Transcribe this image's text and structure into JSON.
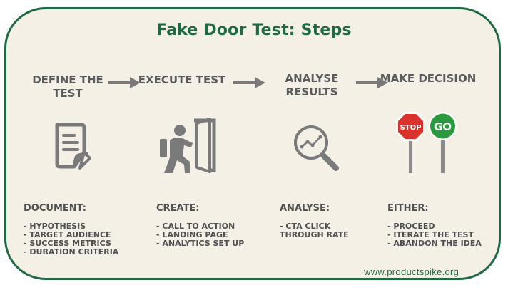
{
  "title": "Fake Door Test: Steps",
  "steps": [
    {
      "title": "DEFINE THE TEST",
      "icon": "document-icon"
    },
    {
      "title": "EXECUTE TEST",
      "icon": "person-pushing-door-icon"
    },
    {
      "title": "ANALYSE RESULTS",
      "icon": "magnifier-chart-icon"
    },
    {
      "title": "MAKE DECISION",
      "icon": "stop-go-signs-icon"
    }
  ],
  "signs": {
    "stop": "STOP",
    "go": "GO"
  },
  "columns": [
    {
      "heading": "DOCUMENT:",
      "items": [
        "- HYPOTHESIS",
        "- TARGET AUDIENCE",
        "- SUCCESS METRICS",
        "- DURATION CRITERIA"
      ]
    },
    {
      "heading": "CREATE:",
      "items": [
        "- CALL TO ACTION",
        "- LANDING PAGE",
        "- ANALYTICS SET UP"
      ]
    },
    {
      "heading": "ANALYSE:",
      "items": [
        "- CTA CLICK",
        "THROUGH RATE"
      ]
    },
    {
      "heading": "EITHER:",
      "items": [
        "- PROCEED",
        "- ITERATE THE TEST",
        "- ABANDON THE IDEA"
      ]
    }
  ],
  "footer": "www.productspike.org",
  "colors": {
    "brand_green": "#1f6a43",
    "background": "#f4f0e6",
    "text_gray": "#5b5b5b",
    "icon_gray": "#7a7a7a",
    "stop_red": "#d9342b",
    "go_green": "#2a9a3e"
  }
}
